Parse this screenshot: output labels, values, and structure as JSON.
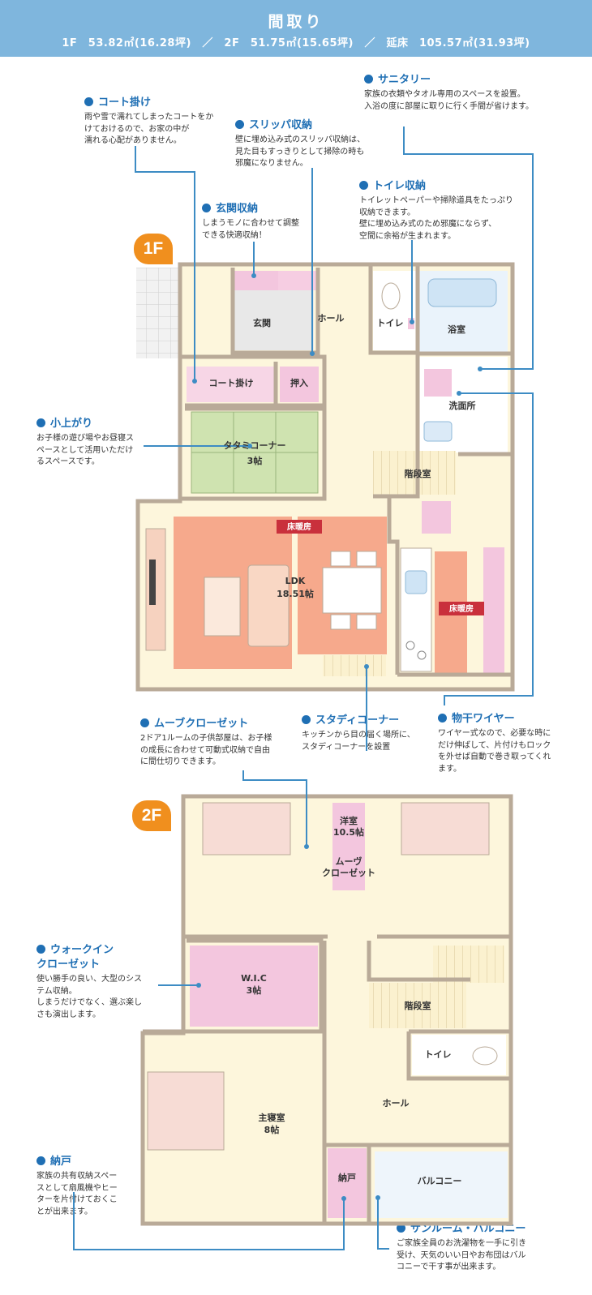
{
  "header": {
    "title": "間取り",
    "summary": "1F　53.82㎡(16.28坪)　／　2F　51.75㎡(15.65坪)　／　延床　105.57㎡(31.93坪)"
  },
  "floors": {
    "f1": "1F",
    "f2": "2F"
  },
  "rooms1f": {
    "genkan": "玄関",
    "hall": "ホール",
    "toilet": "トイレ",
    "bath": "浴室",
    "coat": "コート掛け",
    "oshiire": "押入",
    "senmen": "洗面所",
    "tatami": "タタミコーナー",
    "tatami_size": "3帖",
    "kaidan": "階段室",
    "ldk": "LDK",
    "ldk_size": "18.51帖",
    "yuka1": "床暖房",
    "yuka2": "床暖房"
  },
  "rooms2f": {
    "yoshitsu": "洋室",
    "yoshitsu_size": "10.5帖",
    "move1": "ムーヴ",
    "move2": "クローゼット",
    "wic": "W.I.C",
    "wic_size": "3帖",
    "kaidan": "階段室",
    "toilet": "トイレ",
    "hall": "ホール",
    "shushin": "主寝室",
    "shushin_size": "8帖",
    "nando": "納戸",
    "balcony": "バルコニー"
  },
  "notes": {
    "coat": {
      "title": "コート掛け",
      "body": "雨や雪で濡れてしまったコートをか\nけておけるので、お家の中が\n濡れる心配がありません。"
    },
    "slipper": {
      "title": "スリッパ収納",
      "body": "壁に埋め込み式のスリッパ収納は、\n見た目もすっきりとして掃除の時も\n邪魔になりません。"
    },
    "sanitary": {
      "title": "サニタリー",
      "body": "家族の衣類やタオル専用のスペースを設置。\n入浴の度に部屋に取りに行く手間が省けます。"
    },
    "genkan": {
      "title": "玄関収納",
      "body": "しまうモノに合わせて調整\nできる快適収納！"
    },
    "toilet": {
      "title": "トイレ収納",
      "body": "トイレットペーパーや掃除道具をたっぷり\n収納できます。\n壁に埋め込み式のため邪魔にならず、\n空間に余裕が生まれます。"
    },
    "koagari": {
      "title": "小上がり",
      "body": "お子様の遊び場やお昼寝ス\nペースとして活用いただけ\nるスペースです。"
    },
    "move": {
      "title": "ムーブクローゼット",
      "body": "2ドア1ルームの子供部屋は、お子様\nの成長に合わせて可動式収納で自由\nに間仕切りできます。"
    },
    "study": {
      "title": "スタディコーナー",
      "body": "キッチンから目の届く場所に、\nスタディコーナーを設置"
    },
    "wire": {
      "title": "物干ワイヤー",
      "body": "ワイヤー式なので、必要な時に\nだけ伸ばして、片付けもロック\nを外せば自動で巻き取ってくれ\nます。"
    },
    "walkin": {
      "title": "ウォークイン\nクローゼット",
      "body": "使い勝手の良い、大型のシス\nテム収納。\nしまうだけでなく、選ぶ楽し\nさも演出します。"
    },
    "nando": {
      "title": "納戸",
      "body": "家族の共有収納スペー\nスとして扇風機やヒー\nターを片付けておくこ\nとが出来ます。"
    },
    "sunroom": {
      "title": "サンルーム・バルコニー",
      "body": "ご家族全員のお洗濯物を一手に引き\n受け、天気のいい日やお布団はバル\nコニーで干す事が出来ます。"
    }
  },
  "colors": {
    "header": "#7fb6dd",
    "accent": "#1f6fb4",
    "floor_badge": "#f08f1e",
    "wall": "#b9aa98",
    "pink": "#f3c6de",
    "salmon": "#f6a98c",
    "green": "#cfe3b0",
    "cream": "#fdf6dc",
    "heat_label": "#c9303c"
  }
}
